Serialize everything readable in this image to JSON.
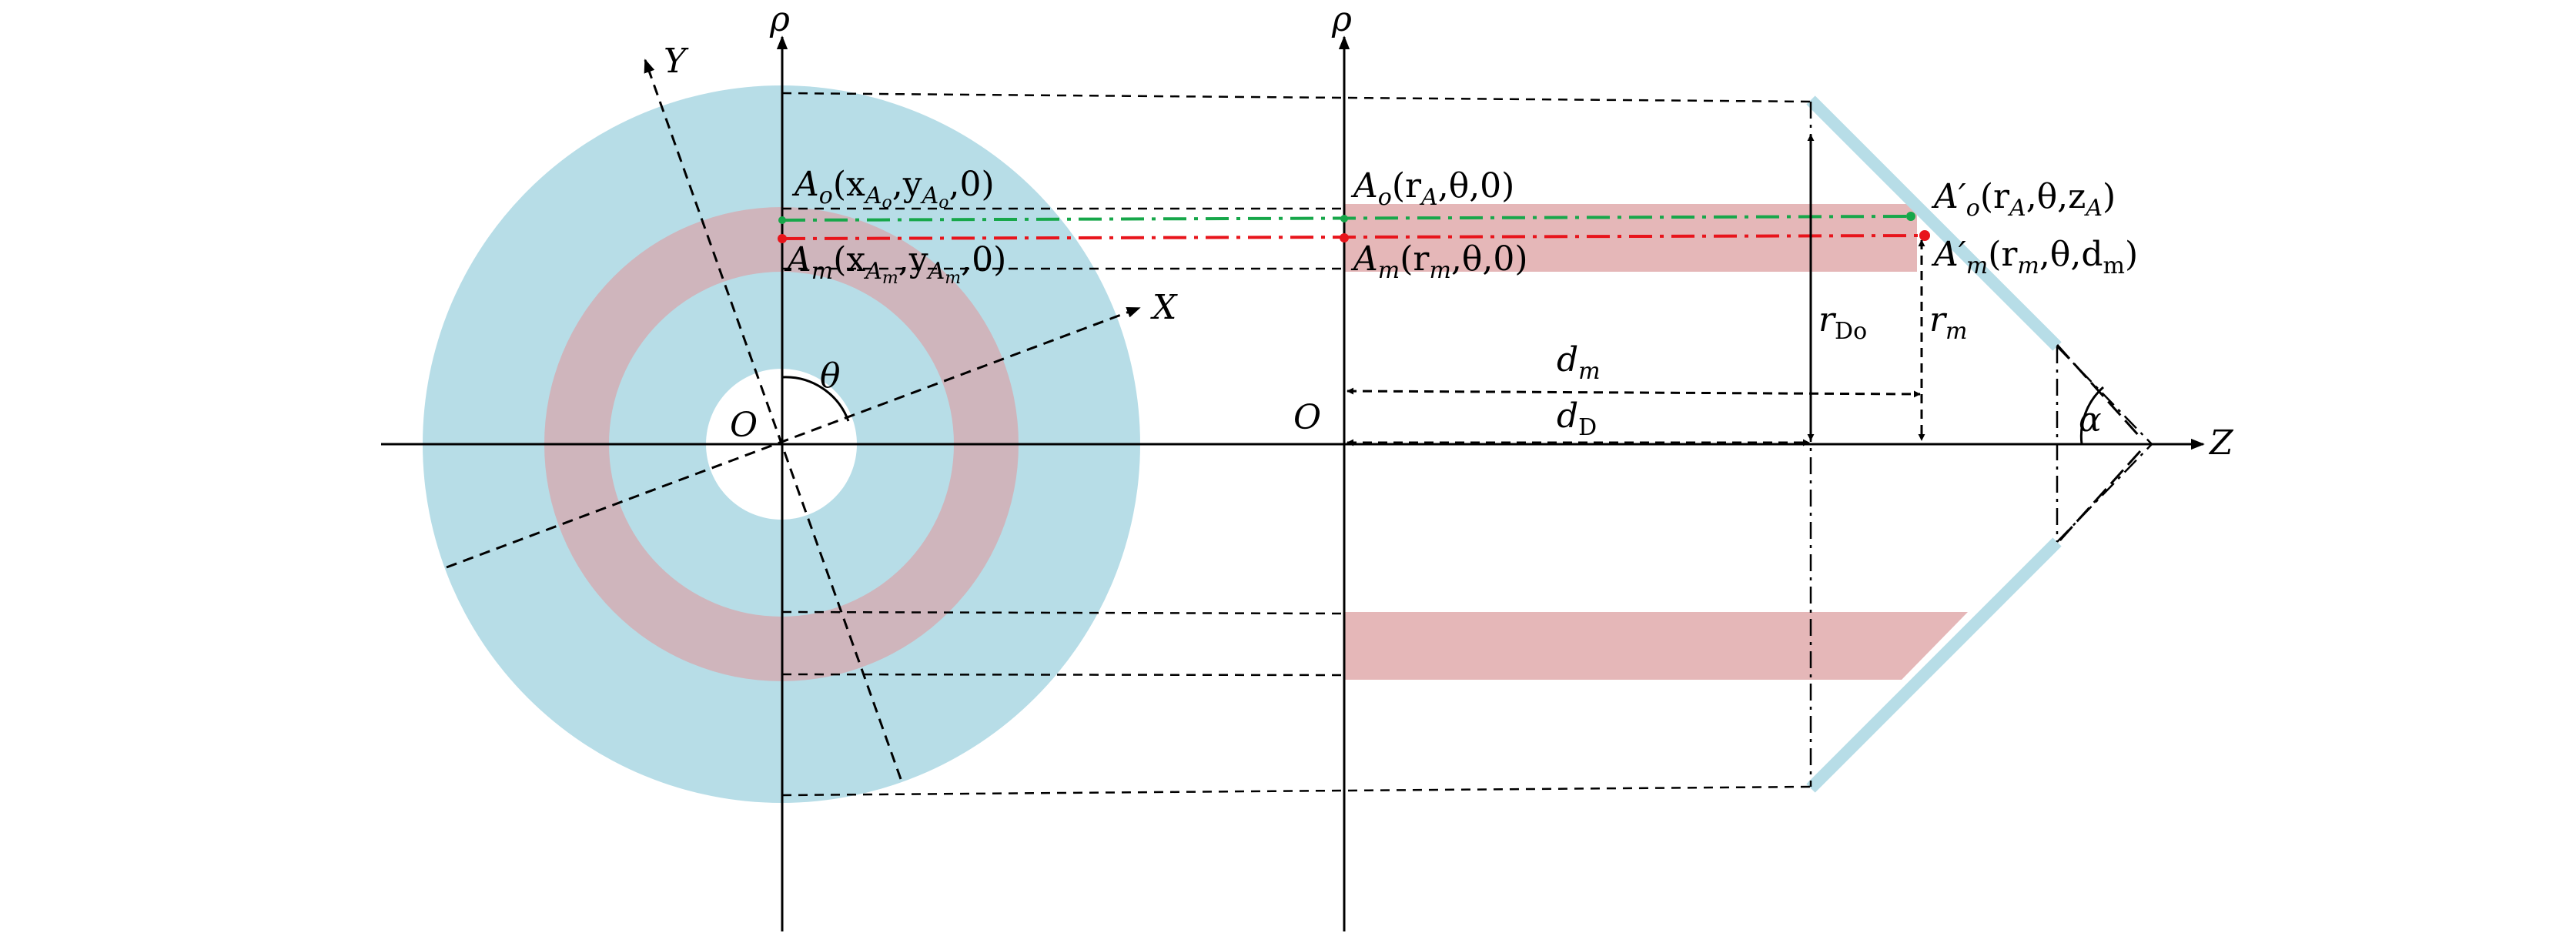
{
  "colors": {
    "cyan": "#b7dde7",
    "pink": "#e5b7b8",
    "pink_on_cyan": "#cfb5bc",
    "green": "#17a74a",
    "red": "#e8141b"
  },
  "labels": {
    "rho_left": "ρ",
    "rho_right": "ρ",
    "Y": "Y",
    "X": "X",
    "Z": "Z",
    "theta": "θ",
    "alpha": "α",
    "O_left": "O",
    "O_right": "O",
    "Ao_left": {
      "base": "A",
      "sub": "o",
      "rest": "(x",
      "sub2": "A",
      "sub3": "o",
      "rest2": ",y",
      "sub4": "A",
      "sub5": "o",
      "rest3": ",0)"
    },
    "Am_left": {
      "base": "A",
      "sub": "m",
      "rest": "(x",
      "sub2": "A",
      "sub3": "m",
      "rest2": ",y",
      "sub4": "A",
      "sub5": "m",
      "rest3": ",0)"
    },
    "Ao_mid": {
      "base": "A",
      "sub": "o",
      "rest": "(r",
      "sub2": "A",
      "rest2": ",θ,0)"
    },
    "Am_mid": {
      "base": "A",
      "sub": "m",
      "rest": "(r",
      "sub2": "m",
      "rest2": ",θ,0)"
    },
    "Ao_right": {
      "base": "A′",
      "sub": "o",
      "rest": "(r",
      "sub2": "A",
      "rest2": ",θ,z",
      "sub3": "A",
      "rest3": ")"
    },
    "Am_right": {
      "base": "A′",
      "sub": "m",
      "rest": "(r",
      "sub2": "m",
      "rest2": ",θ,d",
      "sub3": "m",
      "rest3": ")"
    },
    "d_m": {
      "base": "d",
      "sub": "m"
    },
    "d_D": {
      "base": "d",
      "sub": "D"
    },
    "r_Do": {
      "base": "r",
      "sub": "Do"
    },
    "r_m": {
      "base": "r",
      "sub": "m"
    }
  }
}
